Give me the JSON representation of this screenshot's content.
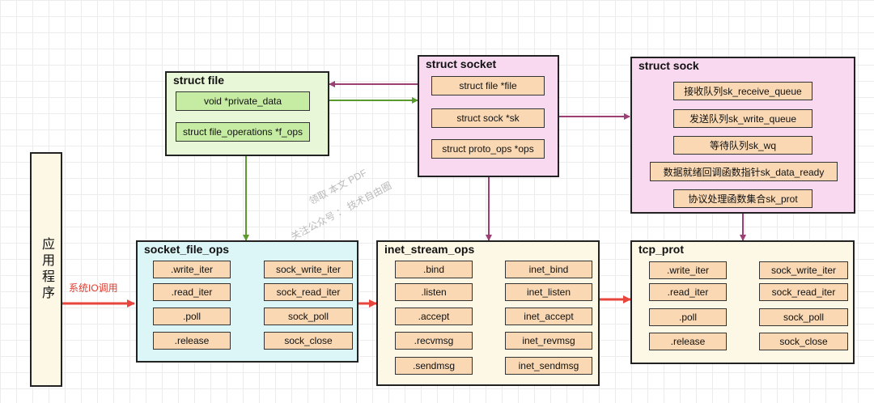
{
  "app_label": "应用程序",
  "syscall_label": "系统IO调用",
  "watermark": [
    "领取 本文 PDF",
    "关注公众号 ： 技术自由圈"
  ],
  "struct_file": {
    "title": "struct file",
    "fields": [
      "void *private_data",
      "struct file_operations *f_ops"
    ]
  },
  "struct_socket": {
    "title": "struct socket",
    "fields": [
      "struct file *file",
      "struct sock *sk",
      "struct proto_ops *ops"
    ]
  },
  "struct_sock": {
    "title": "struct sock",
    "fields": [
      "接收队列sk_receive_queue",
      "发送队列sk_write_queue",
      "等待队列sk_wq",
      "数据就绪回调函数指针sk_data_ready",
      "协议处理函数集合sk_prot"
    ]
  },
  "socket_file_ops": {
    "title": "socket_file_ops",
    "rows": [
      {
        "key": ".write_iter",
        "value": "sock_write_iter"
      },
      {
        "key": ".read_iter",
        "value": "sock_read_iter"
      },
      {
        "key": ".poll",
        "value": "sock_poll"
      },
      {
        "key": ".release",
        "value": "sock_close"
      }
    ]
  },
  "inet_stream_ops": {
    "title": "inet_stream_ops",
    "rows": [
      {
        "key": ".bind",
        "value": "inet_bind"
      },
      {
        "key": ".listen",
        "value": "inet_listen"
      },
      {
        "key": ".accept",
        "value": "inet_accept"
      },
      {
        "key": ".recvmsg",
        "value": "inet_revmsg"
      },
      {
        "key": ".sendmsg",
        "value": "inet_sendmsg"
      }
    ]
  },
  "tcp_prot": {
    "title": "tcp_prot",
    "rows": [
      {
        "key": ".write_iter",
        "value": "sock_write_iter"
      },
      {
        "key": ".read_iter",
        "value": "sock_read_iter"
      },
      {
        "key": ".poll",
        "value": "sock_poll"
      },
      {
        "key": ".release",
        "value": "sock_close"
      }
    ]
  },
  "colors": {
    "green_arrow": "#5a9a2e",
    "purple_arrow": "#9c3f74",
    "red_arrow": "#e8453c",
    "black_arrow": "#222222"
  }
}
